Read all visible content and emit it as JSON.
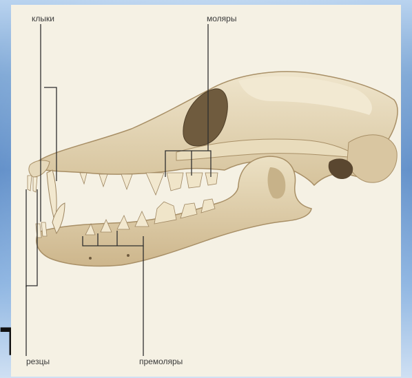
{
  "slide": {
    "partial_title_char": "Т"
  },
  "diagram": {
    "labels": {
      "canines": "клыки",
      "molars": "моляры",
      "incisors": "резцы",
      "premolars": "премоляры"
    }
  },
  "colors": {
    "background_blue": "#5b8bc7",
    "panel": "#f5f1e4",
    "bone": "#e6d9bb",
    "bone_shadow": "#b49d76",
    "label_text": "#3a3a3a",
    "leader_line": "#2e2e2e"
  }
}
